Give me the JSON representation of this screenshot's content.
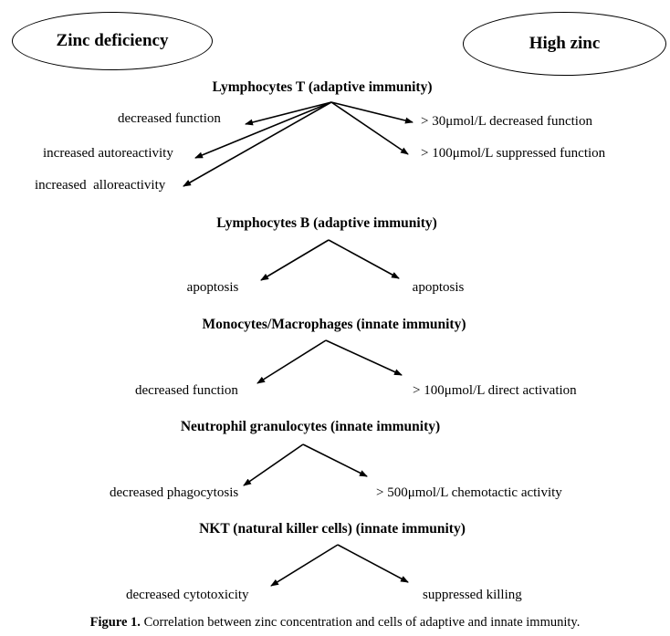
{
  "bubbles": {
    "left": "Zinc deficiency",
    "right": "High zinc"
  },
  "sections": [
    {
      "heading": "Lymphocytes T (adaptive immunity)",
      "left_effects": [
        "decreased function",
        "increased autoreactivity",
        "increased  alloreactivity"
      ],
      "right_effects": [
        "> 30μmol/L decreased function",
        "> 100μmol/L suppressed function"
      ]
    },
    {
      "heading": "Lymphocytes B (adaptive immunity)",
      "left_effects": [
        "apoptosis"
      ],
      "right_effects": [
        "apoptosis"
      ]
    },
    {
      "heading": "Monocytes/Macrophages (innate immunity)",
      "left_effects": [
        "decreased function"
      ],
      "right_effects": [
        "> 100μmol/L direct activation"
      ]
    },
    {
      "heading": "Neutrophil granulocytes (innate immunity)",
      "left_effects": [
        "decreased phagocytosis"
      ],
      "right_effects": [
        "> 500μmol/L chemotactic activity"
      ]
    },
    {
      "heading": "NKT (natural killer cells) (innate immunity)",
      "left_effects": [
        "decreased cytotoxicity"
      ],
      "right_effects": [
        "suppressed killing"
      ]
    }
  ],
  "caption": {
    "label": "Figure 1.",
    "text": "Correlation between zinc concentration and cells of adaptive and innate immunity."
  },
  "colors": {
    "background": "#ffffff",
    "text": "#000000",
    "line": "#000000"
  }
}
